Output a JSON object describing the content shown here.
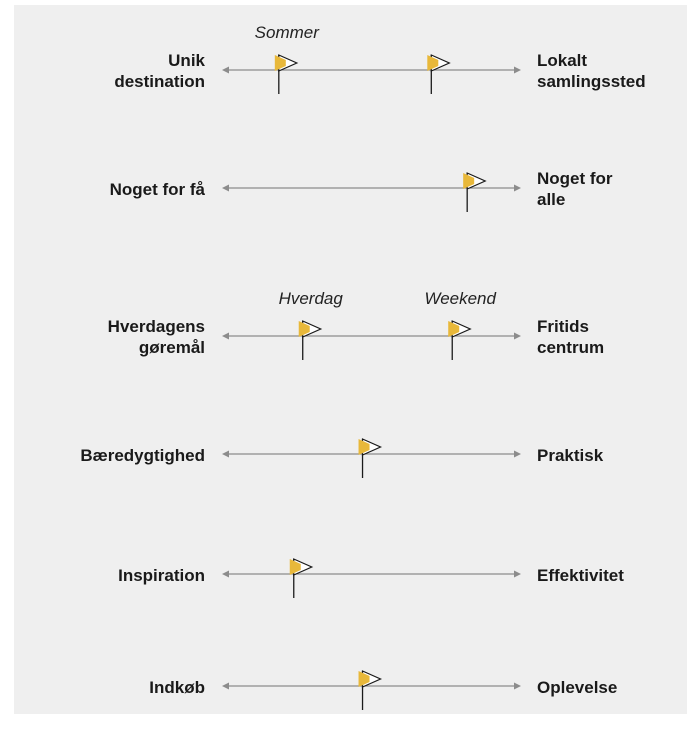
{
  "scales": [
    {
      "left_label": [
        "Unik",
        "destination"
      ],
      "right_label": [
        "Lokalt",
        "samlingssted"
      ],
      "markers": [
        {
          "value": 0.19,
          "caption": "Sommer"
        },
        {
          "value": 0.7,
          "caption": ""
        }
      ]
    },
    {
      "left_label": [
        "Noget for få"
      ],
      "right_label": [
        "Noget for",
        "alle"
      ],
      "markers": [
        {
          "value": 0.82,
          "caption": ""
        }
      ]
    },
    {
      "left_label": [
        "Hverdagens",
        "gøremål"
      ],
      "right_label": [
        "Fritids",
        "centrum"
      ],
      "markers": [
        {
          "value": 0.27,
          "caption": "Hverdag"
        },
        {
          "value": 0.77,
          "caption": "Weekend"
        }
      ]
    },
    {
      "left_label": [
        "Bæredygtighed"
      ],
      "right_label": [
        "Praktisk"
      ],
      "markers": [
        {
          "value": 0.47,
          "caption": ""
        }
      ]
    },
    {
      "left_label": [
        "Inspiration"
      ],
      "right_label": [
        "Effektivitet"
      ],
      "markers": [
        {
          "value": 0.24,
          "caption": ""
        }
      ]
    },
    {
      "left_label": [
        "Indkøb"
      ],
      "right_label": [
        "Oplevelse"
      ],
      "markers": [
        {
          "value": 0.47,
          "caption": ""
        }
      ]
    }
  ],
  "colors": {
    "background": "#efefef",
    "axis": "#8c8c8c",
    "flag_fill": "#ffffff",
    "flag_accent": "#e8b83a",
    "flag_outline": "#1a1a1a",
    "text": "#1a1a1a"
  }
}
